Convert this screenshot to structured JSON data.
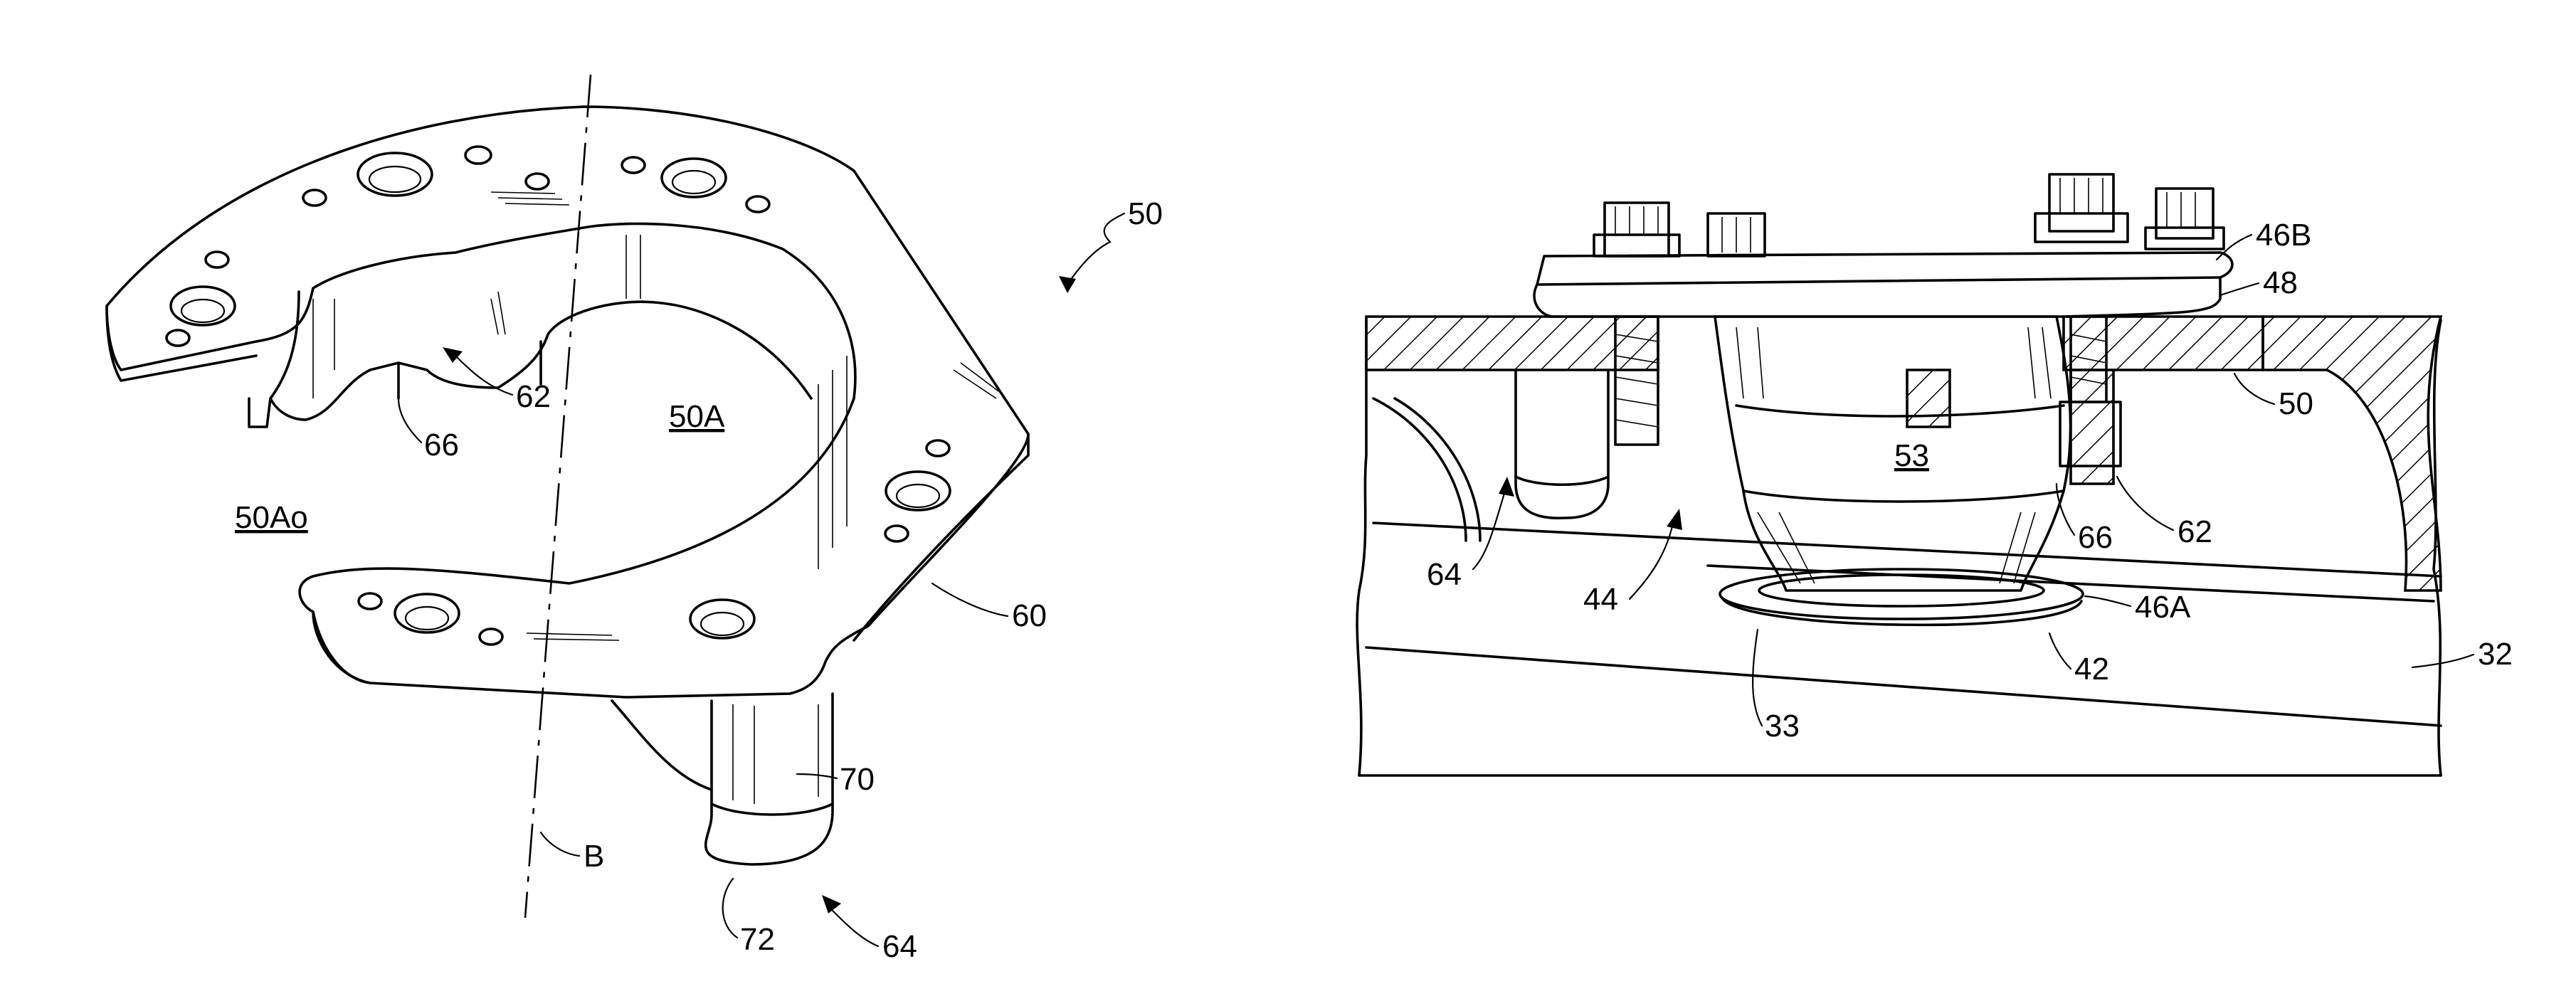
{
  "figure_left": {
    "labels": {
      "l50": "50",
      "l62": "62",
      "l66": "66",
      "l50A": "50A",
      "l50Ao": "50Ao",
      "l60": "60",
      "l70": "70",
      "lB": "B",
      "l72": "72",
      "l64": "64"
    }
  },
  "figure_right": {
    "labels": {
      "l46B": "46B",
      "l48": "48",
      "l50": "50",
      "l62": "62",
      "l66": "66",
      "l53": "53",
      "l64": "64",
      "l44": "44",
      "l46A": "46A",
      "l32": "32",
      "l42": "42",
      "l33": "33"
    }
  }
}
